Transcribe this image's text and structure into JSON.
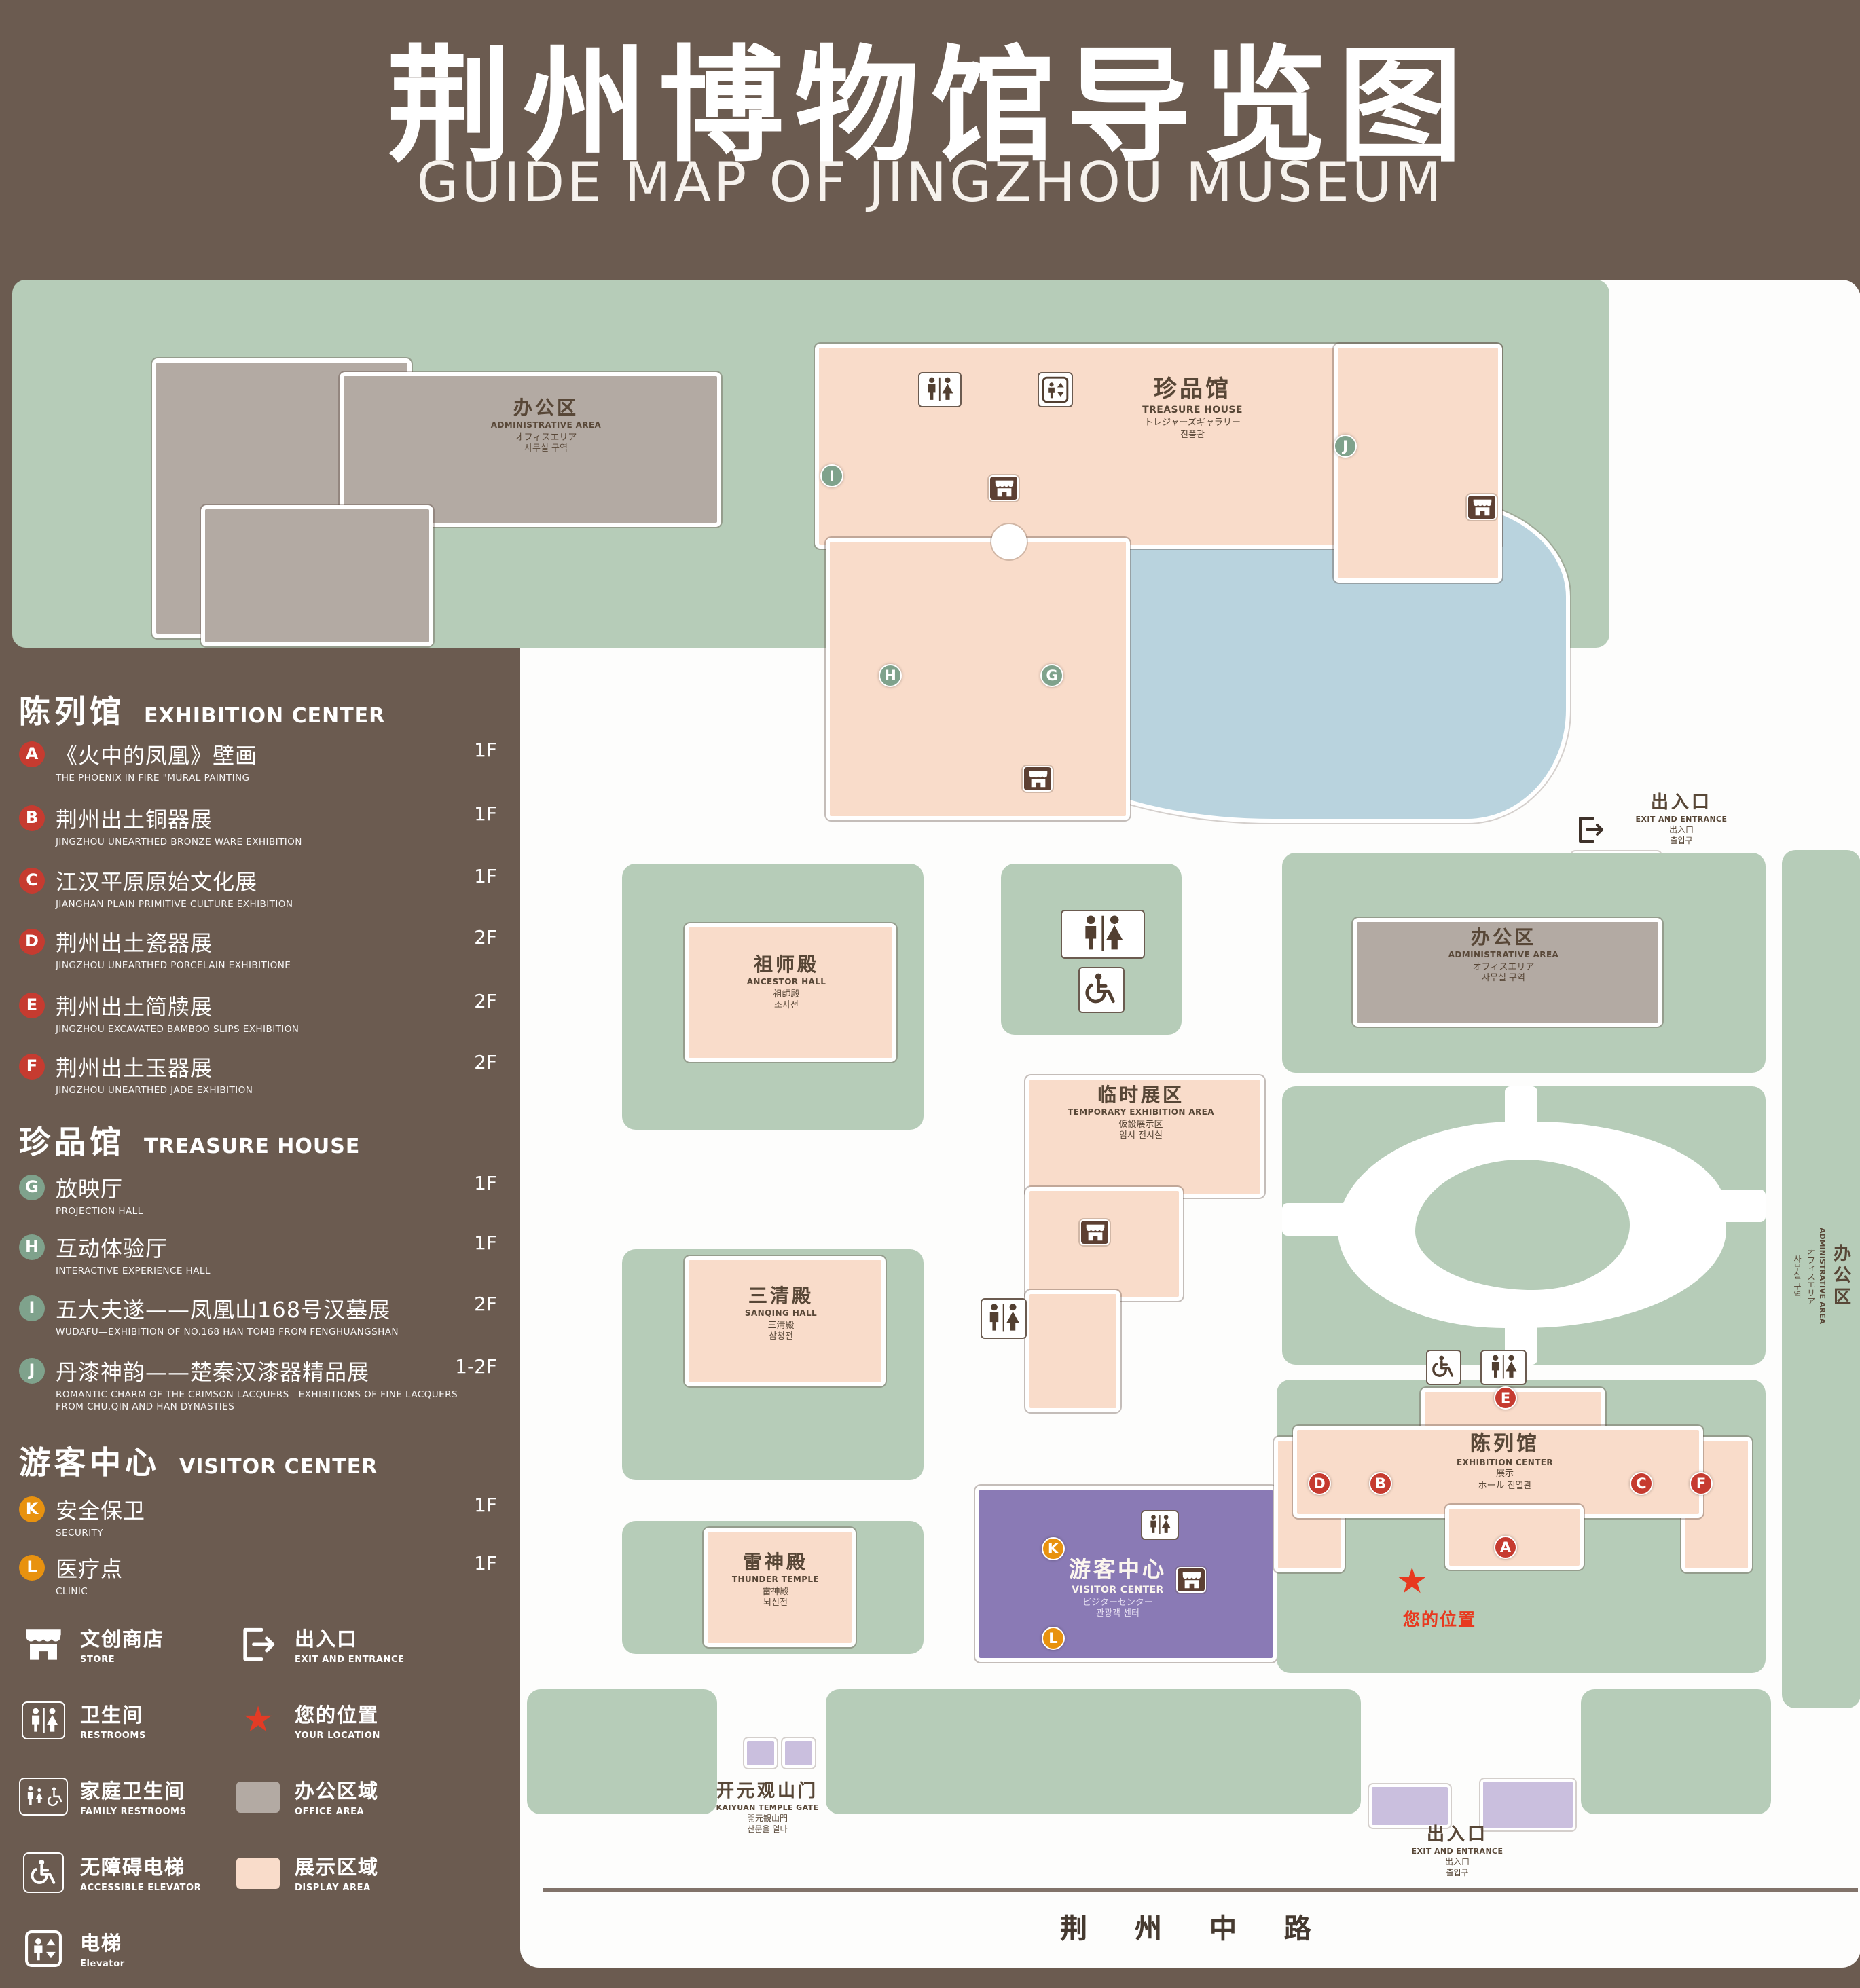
{
  "title": {
    "zh": "荆州博物馆导览图",
    "en": "GUIDE MAP OF JINGZHOU MUSEUM"
  },
  "icons": {
    "star": "★"
  },
  "colors": {
    "background": "#6b5b50",
    "lawn": "#b6ccb8",
    "display_area": "#f9dcca",
    "office_area": "#b3aaa3",
    "visitor_center": "#8a7ab5",
    "pond": "#b9d3de",
    "entrance": "#cabfde",
    "marker_red": "#c63b30",
    "marker_green": "#7fa28c",
    "marker_orange": "#e8920f",
    "location_red": "#e8391f"
  },
  "legend": {
    "sections": [
      {
        "zh": "陈列馆",
        "en": "EXHIBITION CENTER",
        "items": [
          {
            "letter": "A",
            "zh": "《火中的凤凰》壁画",
            "en": "THE PHOENIX IN FIRE \"MURAL PAINTING",
            "floor": "1F"
          },
          {
            "letter": "B",
            "zh": "荆州出土铜器展",
            "en": "JINGZHOU UNEARTHED BRONZE WARE EXHIBITION",
            "floor": "1F"
          },
          {
            "letter": "C",
            "zh": "江汉平原原始文化展",
            "en": "JIANGHAN PLAIN PRIMITIVE CULTURE EXHIBITION",
            "floor": "1F"
          },
          {
            "letter": "D",
            "zh": "荆州出土瓷器展",
            "en": "JINGZHOU UNEARTHED PORCELAIN EXHIBITIONE",
            "floor": "2F"
          },
          {
            "letter": "E",
            "zh": "荆州出土简牍展",
            "en": "JINGZHOU EXCAVATED BAMBOO SLIPS EXHIBITION",
            "floor": "2F"
          },
          {
            "letter": "F",
            "zh": "荆州出土玉器展",
            "en": "JINGZHOU UNEARTHED JADE EXHIBITION",
            "floor": "2F"
          }
        ]
      },
      {
        "zh": "珍品馆",
        "en": "TREASURE HOUSE",
        "items": [
          {
            "letter": "G",
            "zh": "放映厅",
            "en": "PROJECTION HALL",
            "floor": "1F"
          },
          {
            "letter": "H",
            "zh": "互动体验厅",
            "en": "INTERACTIVE EXPERIENCE HALL",
            "floor": "1F"
          },
          {
            "letter": "I",
            "zh": "五大夫遂——凤凰山168号汉墓展",
            "en": "WUDAFU—EXHIBITION OF NO.168 HAN TOMB FROM FENGHUANGSHAN",
            "floor": "2F"
          },
          {
            "letter": "J",
            "zh": "丹漆神韵——楚秦汉漆器精品展",
            "en": "ROMANTIC CHARM OF THE CRIMSON LACQUERS—EXHIBITIONS OF FINE LACQUERS FROM CHU,QIN AND HAN DYNASTIES",
            "floor": "1-2F"
          }
        ]
      },
      {
        "zh": "游客中心",
        "en": "VISITOR CENTER",
        "items": [
          {
            "letter": "K",
            "zh": "安全保卫",
            "en": "SECURITY",
            "floor": "1F"
          },
          {
            "letter": "L",
            "zh": "医疗点",
            "en": "CLINIC",
            "floor": "1F"
          }
        ]
      }
    ],
    "symbols": {
      "store": {
        "zh": "文创商店",
        "en": "STORE"
      },
      "exit": {
        "zh": "出入口",
        "en": "EXIT AND ENTRANCE"
      },
      "restroom": {
        "zh": "卫生间",
        "en": "RESTROOMS"
      },
      "location": {
        "zh": "您的位置",
        "en": "YOUR LOCATION"
      },
      "family_restroom": {
        "zh": "家庭卫生间",
        "en": "FAMILY RESTROOMS"
      },
      "office_area": {
        "zh": "办公区域",
        "en": "OFFICE AREA"
      },
      "accessible_elevator": {
        "zh": "无障碍电梯",
        "en": "ACCESSIBLE ELEVATOR"
      },
      "display_area": {
        "zh": "展示区域",
        "en": "DISPLAY AREA"
      },
      "elevator": {
        "zh": "电梯",
        "en": "Elevator"
      }
    }
  },
  "map": {
    "admin_top": {
      "zh": "办公区",
      "en": "ADMINISTRATIVE AREA",
      "jp": "オフィスエリア",
      "kr": "사무실 구역"
    },
    "treasure": {
      "zh": "珍品馆",
      "en": "TREASURE HOUSE",
      "jp": "トレジャーズギャラリー",
      "kr": "진품관"
    },
    "exit_top": {
      "zh": "出入口",
      "en": "EXIT AND ENTRANCE",
      "jp": "出入口",
      "kr": "출입구"
    },
    "admin_mid": {
      "zh": "办公区",
      "en": "ADMINISTRATIVE AREA",
      "jp": "オフィスエリア",
      "kr": "사무실 구역"
    },
    "admin_right": {
      "zh": "办公区",
      "en": "ADMINISTRATIVE AREA",
      "jp": "オフィスエリア",
      "kr": "사무실 구역"
    },
    "ancestor": {
      "zh": "祖师殿",
      "en": "ANCESTOR HALL",
      "jp": "祖師殿",
      "kr": "조사전"
    },
    "temporary": {
      "zh": "临时展区",
      "en": "TEMPORARY EXHIBITION AREA",
      "jp": "仮設展示区",
      "kr": "임시 전시실"
    },
    "sanqing": {
      "zh": "三清殿",
      "en": "SANQING HALL",
      "jp": "三清殿",
      "kr": "삼청전"
    },
    "thunder": {
      "zh": "雷神殿",
      "en": "THUNDER TEMPLE",
      "jp": "雷神殿",
      "kr": "뇌신전"
    },
    "visitor": {
      "zh": "游客中心",
      "en": "VISITOR CENTER",
      "jp": "ビジターセンター",
      "kr": "관광객 센터"
    },
    "exhibition": {
      "zh": "陈列馆",
      "en": "EXHIBITION CENTER",
      "jp": "展示",
      "kr": "ホール 진열관"
    },
    "gate": {
      "zh": "开元观山门",
      "en": "KAIYUAN TEMPLE GATE",
      "jp": "開元観山門",
      "kr": "산문을 열다"
    },
    "exit_bottom": {
      "zh": "出入口",
      "en": "EXIT AND ENTRANCE",
      "jp": "出入口",
      "kr": "출입구"
    },
    "your_location": "您的位置",
    "road": "荆 州 中 路",
    "markers": {
      "treasure": [
        "I",
        "J",
        "H",
        "G"
      ],
      "exhibition": [
        "E",
        "D",
        "B",
        "C",
        "F",
        "A"
      ],
      "visitor": [
        "K",
        "L"
      ]
    }
  }
}
